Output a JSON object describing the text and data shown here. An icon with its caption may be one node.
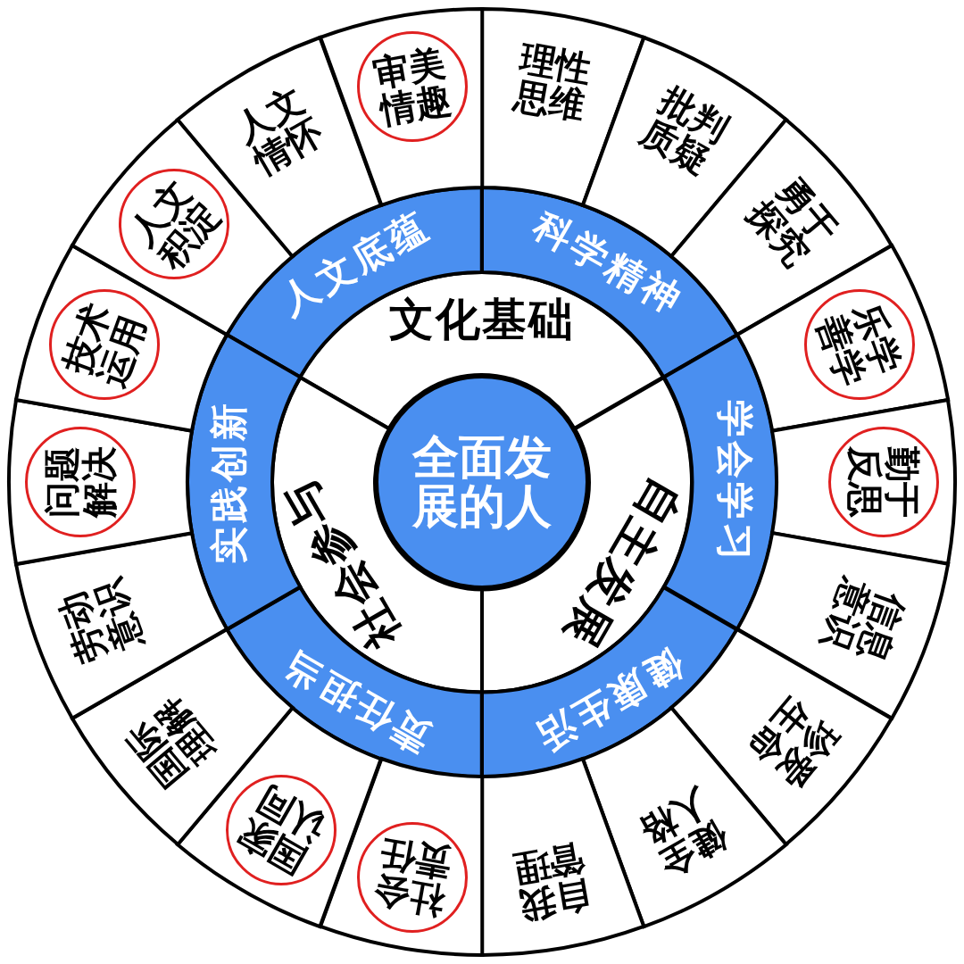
{
  "diagram": {
    "nodes": [
      {
        "text": [
          "全面发展的人"
        ]
      },
      {
        "text": [
          "文化基础"
        ]
      },
      {
        "text": [
          "自主发展"
        ]
      },
      {
        "text": [
          "社会参与"
        ]
      },
      {
        "text": [
          "人文底蕴"
        ]
      },
      {
        "text": [
          "科学精神"
        ]
      },
      {
        "text": [
          "学会学习"
        ]
      },
      {
        "text": [
          "健康生活"
        ]
      },
      {
        "text": [
          "责任担当"
        ]
      },
      {
        "text": [
          "实践创新"
        ]
      },
      {
        "text": [
          "理性思维"
        ]
      },
      {
        "text": [
          "批判质疑"
        ]
      },
      {
        "text": [
          "勇于探究"
        ]
      },
      {
        "text": [],
        "shape": "box"
      },
      {
        "text": [
          "乐学善学"
        ],
        "in": 13
      },
      {
        "text": [],
        "shape": "box"
      },
      {
        "text": [
          "勤于反思"
        ],
        "in": 15
      },
      {
        "text": [
          "信息意识"
        ]
      },
      {
        "text": [
          "珍爱生命"
        ]
      },
      {
        "text": [
          "健全人格"
        ]
      },
      {
        "text": [
          "自我管理"
        ]
      },
      {
        "text": [],
        "shape": "box"
      },
      {
        "text": [
          "社会责任"
        ],
        "in": 21
      },
      {
        "text": [],
        "shape": "box"
      },
      {
        "text": [
          "国家认同"
        ],
        "in": 23
      },
      {
        "text": [
          "国际理解"
        ]
      },
      {
        "text": [
          "劳动意识"
        ]
      },
      {
        "text": [],
        "shape": "box"
      },
      {
        "text": [
          "问题解决"
        ],
        "in": 27
      },
      {
        "text": [],
        "shape": "box"
      },
      {
        "text": [
          "技术运用"
        ],
        "in": 29
      },
      {
        "text": [],
        "shape": "box"
      },
      {
        "text": [
          "人文积淀"
        ],
        "in": 31
      },
      {
        "text": [
          "人文情怀"
        ]
      },
      {
        "text": [],
        "shape": "box"
      },
      {
        "text": [
          "审美情趣"
        ],
        "in": 34
      }
    ]
  }
}
